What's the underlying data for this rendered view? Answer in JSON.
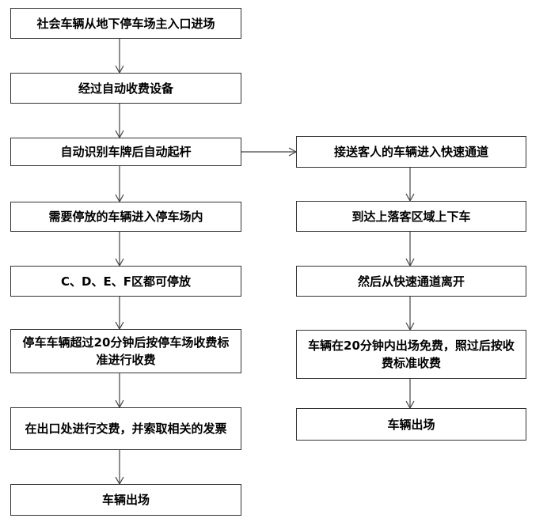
{
  "colors": {
    "border": "#333333",
    "arrow": "#444444",
    "text": "#000000",
    "background": "#ffffff"
  },
  "left_steps": [
    "社会车辆从地下停车场主入口进场",
    "经过自动收费设备",
    "自动识别车牌后自动起杆",
    "需要停放的车辆进入停车场内",
    "C、D、E、F区都可停放",
    "停车车辆超过20分钟后按停车场收费标准进行收费",
    "在出口处进行交费，并索取相关的发票",
    "车辆出场"
  ],
  "right_steps": [
    "接送客人的车辆进入快速通道",
    "到达上落客区域上下车",
    "然后从快速通道离开",
    "车辆在20分钟内出场免费，照过后按收费标准收费",
    "车辆出场"
  ]
}
